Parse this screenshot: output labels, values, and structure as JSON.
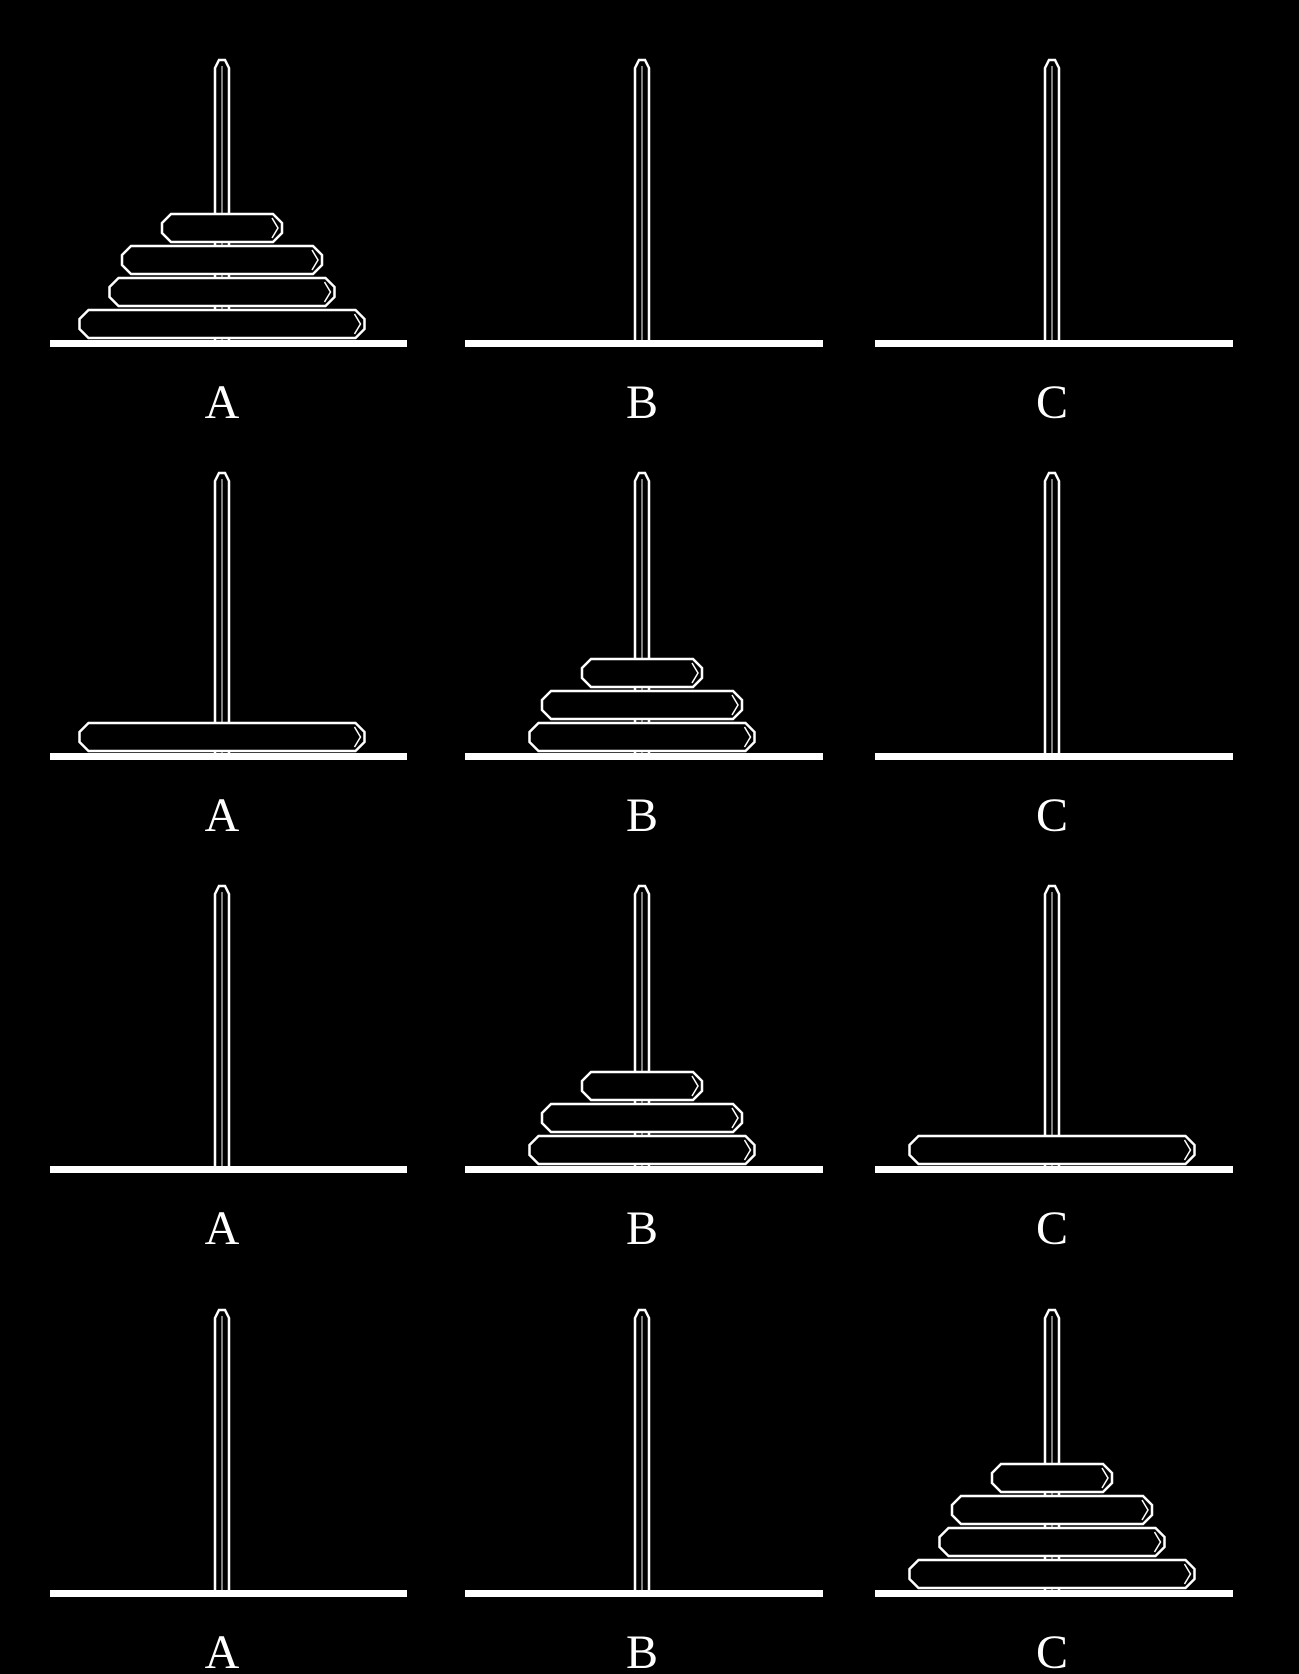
{
  "colors": {
    "background": "#000000",
    "stroke": "#ffffff"
  },
  "states": [
    {
      "pegs": [
        {
          "label": "A",
          "disks": [
            4,
            3,
            2,
            1
          ]
        },
        {
          "label": "B",
          "disks": []
        },
        {
          "label": "C",
          "disks": []
        }
      ]
    },
    {
      "pegs": [
        {
          "label": "A",
          "disks": [
            4
          ]
        },
        {
          "label": "B",
          "disks": [
            3,
            2,
            1
          ]
        },
        {
          "label": "C",
          "disks": []
        }
      ]
    },
    {
      "pegs": [
        {
          "label": "A",
          "disks": []
        },
        {
          "label": "B",
          "disks": [
            3,
            2,
            1
          ]
        },
        {
          "label": "C",
          "disks": [
            4
          ]
        }
      ]
    },
    {
      "pegs": [
        {
          "label": "A",
          "disks": []
        },
        {
          "label": "B",
          "disks": []
        },
        {
          "label": "C",
          "disks": [
            4,
            3,
            2,
            1
          ]
        }
      ]
    }
  ]
}
